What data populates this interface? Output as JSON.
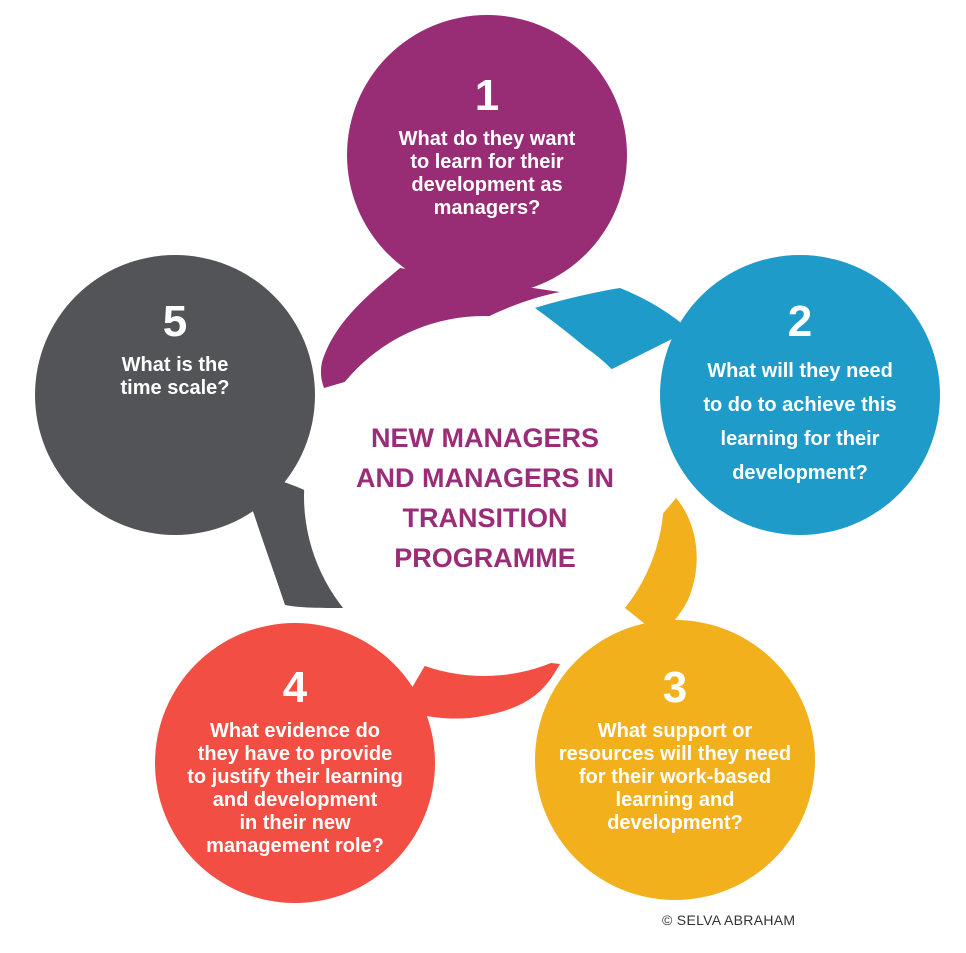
{
  "center": {
    "lines": [
      "NEW MANAGERS",
      "AND MANAGERS IN",
      "TRANSITION",
      "PROGRAMME"
    ]
  },
  "nodes": [
    {
      "id": "1",
      "number": "1",
      "lines": [
        "What do they want",
        "to learn for their",
        "development as",
        "managers?"
      ],
      "color": "#982c75"
    },
    {
      "id": "2",
      "number": "2",
      "lines": [
        "What will they need",
        "to do to achieve this",
        "learning for their",
        "development?"
      ],
      "color": "#1f9bc9"
    },
    {
      "id": "3",
      "number": "3",
      "lines": [
        "What support or",
        "resources will they need",
        "for their work-based",
        "learning and",
        "development?"
      ],
      "color": "#f2b01c"
    },
    {
      "id": "4",
      "number": "4",
      "lines": [
        "What evidence do",
        "they have to provide",
        "to justify their learning",
        "and development",
        "in their new",
        "management role?"
      ],
      "color": "#f24e43"
    },
    {
      "id": "5",
      "number": "5",
      "lines": [
        "What is the",
        "time scale?"
      ],
      "color": "#525458"
    }
  ],
  "colors": {
    "center_text": "#9b2c77",
    "background": "#ffffff"
  },
  "copyright": "© SELVA ABRAHAM"
}
